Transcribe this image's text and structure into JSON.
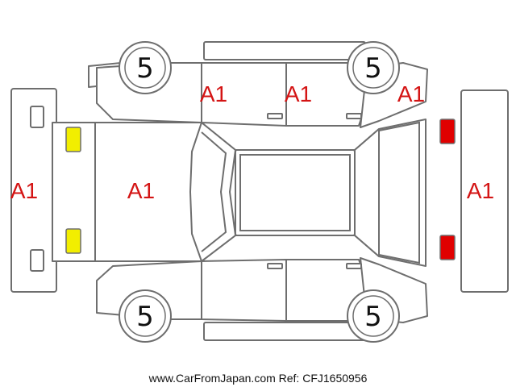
{
  "colors": {
    "outline": "#6e6e6e",
    "damage_text": "#d41414",
    "front_light": "#f2ee00",
    "rear_light": "#e00000",
    "background": "#ffffff"
  },
  "damage_labels": {
    "front_bumper": "A1",
    "hood": "A1",
    "left_front_door": "A1",
    "left_rear_door": "A1",
    "left_rear_quarter": "A1",
    "rear_bumper": "A1"
  },
  "tire_values": {
    "left_front": "5",
    "left_rear": "5",
    "right_front": "5",
    "right_rear": "5"
  },
  "footer": {
    "text": "www.CarFromJapan.com Ref: CFJ1650956"
  }
}
